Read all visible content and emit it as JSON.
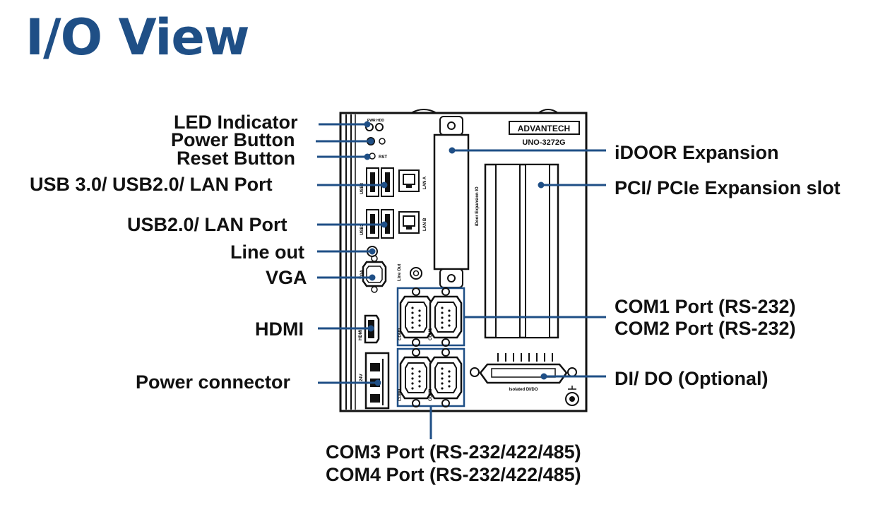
{
  "title": "I/O View",
  "device": {
    "brand": "ADVANTECH",
    "model": "UNO-3272G",
    "slot_text": "iDoor Expansion IO",
    "dio_text": "Isolated DI/DO",
    "tiny_labels": [
      "PWR",
      "HDD",
      "RST",
      "USB3",
      "USB2",
      "LAN A",
      "LAN B",
      "Line Out",
      "VGA",
      "HDMI",
      "COM1",
      "COM2",
      "COM3",
      "COM4",
      "24V"
    ]
  },
  "labels": {
    "left": [
      "LED Indicator",
      "Power Button",
      "Reset Button",
      "USB 3.0/ USB2.0/ LAN Port",
      "USB2.0/ LAN Port",
      "Line out",
      "VGA",
      "HDMI",
      "Power connector"
    ],
    "right": [
      "iDOOR Expansion",
      "PCI/ PCIe Expansion slot",
      "COM1 Port (RS-232)",
      "COM2 Port (RS-232)",
      "DI/ DO (Optional)"
    ],
    "bottom": [
      "COM3 Port (RS-232/422/485)",
      "COM4 Port (RS-232/422/485)"
    ]
  },
  "colors": {
    "title": "#1f4f86",
    "leader": "#1f4f86",
    "text": "#111111"
  }
}
